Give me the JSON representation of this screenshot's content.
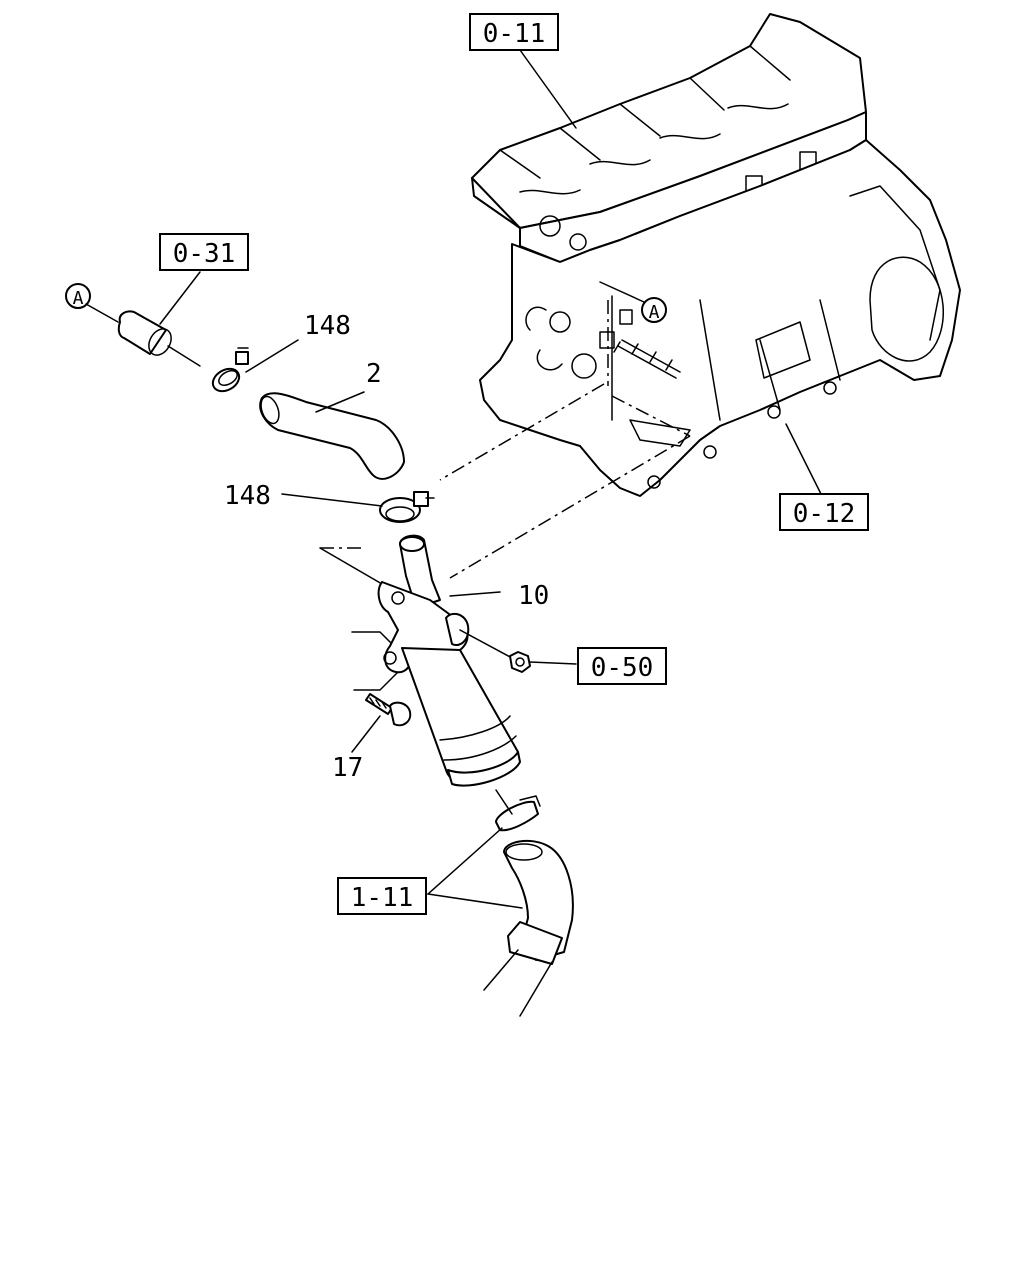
{
  "references": {
    "ref_0_11": "0-11",
    "ref_0_31": "0-31",
    "ref_0_12": "0-12",
    "ref_0_50": "0-50",
    "ref_1_11": "1-11"
  },
  "parts": {
    "part_148_top": "148",
    "part_2": "2",
    "part_148_mid": "148",
    "part_10": "10",
    "part_17": "17"
  },
  "markers": {
    "marker_a_left": "A",
    "marker_a_engine": "A"
  }
}
